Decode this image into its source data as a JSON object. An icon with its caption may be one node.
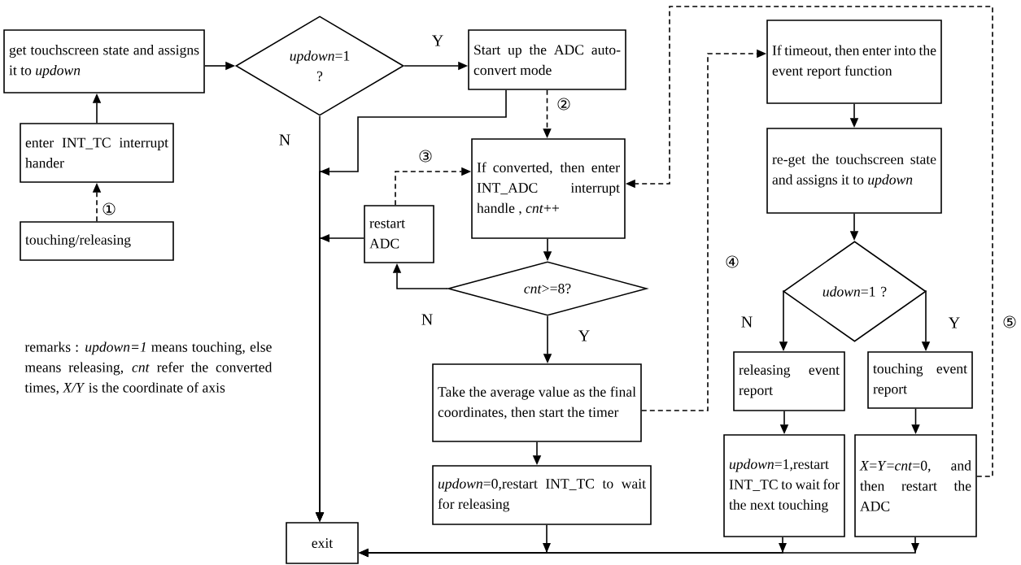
{
  "diagram": {
    "nodes": [
      {
        "text": [
          "touching/releasing"
        ]
      },
      {
        "text": [
          "enter INT_TC interrupt hander"
        ]
      },
      {
        "text": [
          "get touchscreen state and assigns it to *updown*"
        ]
      },
      {
        "text": [
          "*updown*=1 ?"
        ]
      },
      {
        "text": [
          "Start up the ADC auto-convert mode"
        ]
      },
      {
        "text": [
          "If converted, then enter INT_ADC interrupt handle , *cnt*++"
        ]
      },
      {
        "text": [
          "restart ADC"
        ]
      },
      {
        "text": [
          "*cnt*>=8?"
        ]
      },
      {
        "text": [
          "Take the average value as the final coordinates, then start the timer"
        ]
      },
      {
        "text": [
          "*updown*=0,restart INT_TC to wait for releasing"
        ]
      },
      {
        "text": [
          "exit"
        ]
      },
      {
        "text": [
          "If timeout, then enter into the event report function"
        ]
      },
      {
        "text": [
          "re-get the touchscreen state and assigns it to *updown*"
        ]
      },
      {
        "text": [
          "*udown*=1 ?"
        ]
      },
      {
        "text": [
          "releasing event report"
        ]
      },
      {
        "text": [
          "touching event report"
        ]
      },
      {
        "text": [
          "*updown*=1,restart INT_TC to wait for the next touching"
        ]
      },
      {
        "text": [
          "*X*=*Y*=*cnt*=0, and then restart the ADC"
        ]
      }
    ],
    "edges": [
      {
        "from": 0,
        "to": 1,
        "arrow": "to",
        "style": "dashed",
        "label": "①"
      },
      {
        "from": 1,
        "to": 2,
        "arrow": "to"
      },
      {
        "from": 2,
        "to": 3,
        "arrow": "to"
      },
      {
        "from": 3,
        "to": 4,
        "arrow": "to",
        "label": "Y"
      },
      {
        "from": 3,
        "to": 10,
        "arrow": "to",
        "label": "N"
      },
      {
        "from": 4,
        "to": 10,
        "arrow": "to"
      },
      {
        "from": 6,
        "to": 10,
        "arrow": "to"
      },
      {
        "from": 6,
        "to": 5,
        "arrow": "to",
        "style": "dashed",
        "label": "③"
      },
      {
        "from": 4,
        "to": 5,
        "arrow": "to",
        "style": "dashed",
        "label": "②"
      },
      {
        "from": 5,
        "to": 7,
        "arrow": "to"
      },
      {
        "from": 7,
        "to": 6,
        "arrow": "to",
        "label": "N"
      },
      {
        "from": 7,
        "to": 8,
        "arrow": "to",
        "label": "Y"
      },
      {
        "from": 8,
        "to": 9,
        "arrow": "to"
      },
      {
        "from": 9,
        "to": 10,
        "arrow": "to"
      },
      {
        "from": 8,
        "to": 11,
        "arrow": "to",
        "style": "dashed",
        "label": "④"
      },
      {
        "from": 11,
        "to": 12,
        "arrow": "to"
      },
      {
        "from": 12,
        "to": 13,
        "arrow": "to"
      },
      {
        "from": 13,
        "to": 14,
        "arrow": "to",
        "label": "N"
      },
      {
        "from": 13,
        "to": 15,
        "arrow": "to",
        "label": "Y"
      },
      {
        "from": 14,
        "to": 16,
        "arrow": "to"
      },
      {
        "from": 15,
        "to": 17,
        "arrow": "to"
      },
      {
        "from": 16,
        "to": 10,
        "arrow": "to"
      },
      {
        "from": 17,
        "to": 10,
        "arrow": "to"
      },
      {
        "from": 17,
        "to": 5,
        "arrow": "to",
        "style": "dashed",
        "label": "⑤"
      }
    ],
    "labels": [
      "remarks : *updown=1* means touching, else means releasing, *cnt* refer the converted times, *X/Y* is the coordinate of axis"
    ]
  }
}
